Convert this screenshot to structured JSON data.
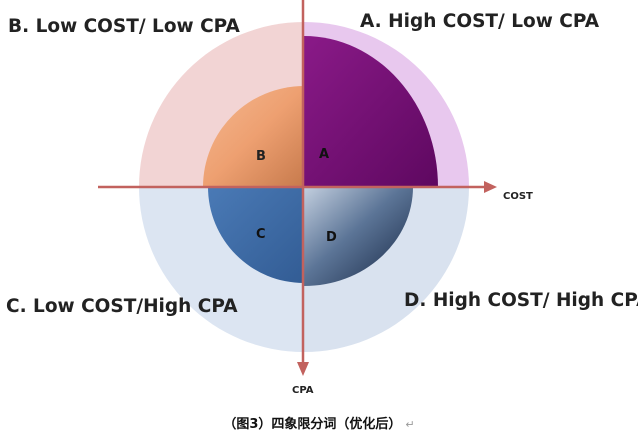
{
  "quadrants": {
    "b": {
      "label": "B. Low COST/ Low CPA",
      "letter": "B",
      "outer_color": "#f2d2d2",
      "inner_color": "#e99a68"
    },
    "a": {
      "label": "A. High COST/ Low CPA",
      "letter": "A",
      "outer_color": "#e8c7ee",
      "inner_color": "#7a0f78"
    },
    "c": {
      "label": "C. Low COST/High CPA",
      "letter": "C",
      "outer_color": "#dbe4f1",
      "inner_color": "#3f6ea8"
    },
    "d": {
      "label": "D. High COST/ High CPA",
      "letter": "D",
      "outer_color": "#dbe4f1",
      "inner_color": "#364a66"
    }
  },
  "axes": {
    "x_label": "COST",
    "y_label": "CPA",
    "color": "#c2625e"
  },
  "caption": "（图3）四象限分词（优化后）",
  "caption_mark": "↵"
}
